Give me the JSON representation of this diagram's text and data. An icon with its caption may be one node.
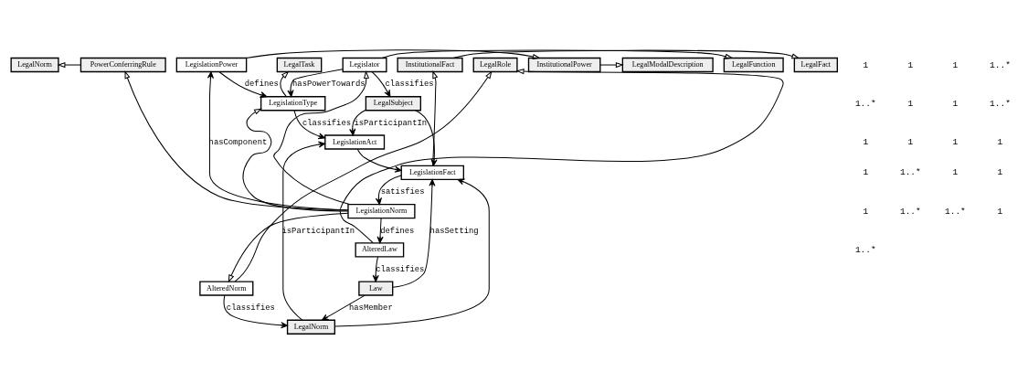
{
  "diagram": {
    "nodes": [
      {
        "text": [
          "LegalNorm"
        ]
      },
      {
        "text": [
          "InstitutionalPower"
        ]
      },
      {
        "text": [
          "LegalModalDescription"
        ]
      },
      {
        "text": [
          "PowerConferringRule"
        ]
      },
      {
        "text": [
          "LegislationPower"
        ]
      },
      {
        "text": [
          "LegislationNorm"
        ]
      },
      {
        "text": [
          "LegalRole"
        ]
      },
      {
        "text": [
          "LegalTask"
        ]
      },
      {
        "text": [
          "LegalFunction"
        ]
      },
      {
        "text": [
          "AlteredLaw"
        ]
      },
      {
        "text": [
          "AlteredNorm"
        ]
      },
      {
        "text": [
          "LegislationType"
        ]
      },
      {
        "text": [
          "Legislator"
        ]
      },
      {
        "text": [
          "LegalFact"
        ]
      },
      {
        "text": [
          "InstitutionalFact"
        ]
      },
      {
        "text": [
          "Law"
        ]
      },
      {
        "text": [
          "LegalNorm"
        ]
      },
      {
        "text": [
          "LegislationAct"
        ]
      },
      {
        "text": [
          "LegalSubject"
        ]
      },
      {
        "text": [
          "LegislationFact"
        ]
      }
    ],
    "edges": [
      {
        "from": 3,
        "to": 0,
        "arrow": "to"
      },
      {
        "from": 1,
        "to": 2,
        "arrow": "to"
      },
      {
        "from": 4,
        "to": 1,
        "arrow": "to"
      },
      {
        "from": 5,
        "to": 3,
        "arrow": "to"
      },
      {
        "from": 5,
        "to": 4,
        "arrow": "to",
        "label": "hasComponent"
      },
      {
        "from": 4,
        "to": 11,
        "arrow": "to",
        "label": "defines"
      },
      {
        "from": 5,
        "to": 9,
        "arrow": "to",
        "label": "defines"
      },
      {
        "from": 5,
        "to": 10,
        "arrow": "to"
      },
      {
        "from": 5,
        "to": 11,
        "arrow": "to"
      },
      {
        "from": 5,
        "to": 12,
        "arrow": "to"
      },
      {
        "from": 9,
        "to": 6,
        "arrow": "to"
      },
      {
        "from": 10,
        "to": 6,
        "arrow": "to"
      },
      {
        "from": 11,
        "to": 7,
        "arrow": "to"
      },
      {
        "from": 12,
        "to": 8,
        "arrow": "to"
      },
      {
        "from": 12,
        "to": 11,
        "arrow": "to",
        "label": "hasPowerTowards"
      },
      {
        "from": 9,
        "to": 15,
        "arrow": "to",
        "label": "classifies"
      },
      {
        "from": 10,
        "to": 16,
        "arrow": "to",
        "label": "classifies"
      },
      {
        "from": 11,
        "to": 17,
        "arrow": "to",
        "label": "classifies"
      },
      {
        "from": 12,
        "to": 18,
        "arrow": "to",
        "label": "classifies"
      },
      {
        "from": 15,
        "to": 16,
        "arrow": "to",
        "label": "hasMember"
      },
      {
        "from": 16,
        "to": 17,
        "arrow": "to",
        "label": "isParticipantIn"
      },
      {
        "from": 18,
        "to": 17,
        "arrow": "to",
        "label": "isParticipantIn"
      },
      {
        "from": 19,
        "to": 5,
        "arrow": "to",
        "label": "satisfies"
      },
      {
        "from": 15,
        "to": 19,
        "arrow": "to",
        "label": "hasSetting"
      },
      {
        "from": 16,
        "to": 19,
        "arrow": "to"
      },
      {
        "from": 17,
        "to": 19,
        "arrow": "to"
      },
      {
        "from": 18,
        "to": 19,
        "arrow": "to"
      },
      {
        "from": 14,
        "to": 13,
        "arrow": "to"
      },
      {
        "from": 19,
        "to": 14,
        "arrow": "to"
      }
    ],
    "labels": [
      "1",
      "1",
      "1",
      "1..*",
      "1..*",
      "1",
      "1",
      "1..*",
      "1",
      "1",
      "1",
      "1",
      "1",
      "1..*",
      "1",
      "1",
      "1",
      "1..*",
      "1..*",
      "1",
      "1..*"
    ]
  }
}
